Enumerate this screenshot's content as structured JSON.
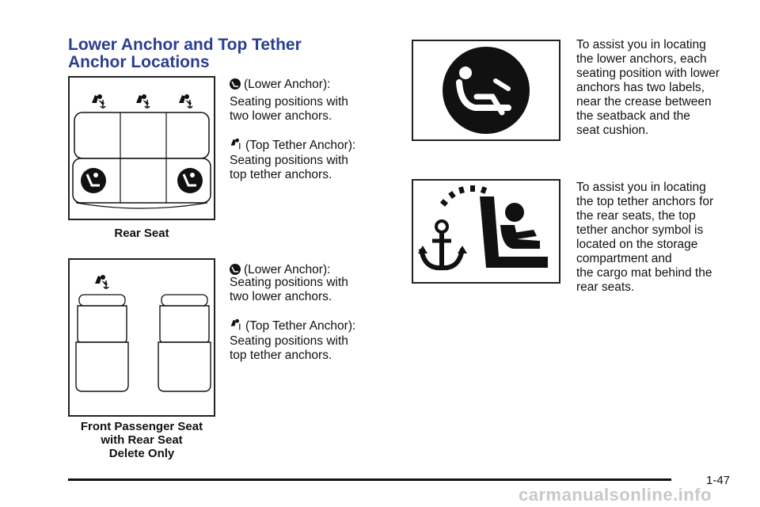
{
  "title_lines": [
    "Lower Anchor and Top Tether",
    "Anchor Locations"
  ],
  "figures": {
    "rear_seat": {
      "caption": "Rear Seat"
    },
    "front_seat": {
      "caption_lines": [
        "Front Passenger Seat",
        "with Rear Seat",
        "Delete Only"
      ]
    }
  },
  "legend1": {
    "lower_label": "(Lower Anchor):",
    "lower_desc_lines": [
      "Seating positions with",
      "two lower anchors."
    ],
    "tether_label": "(Top Tether Anchor):",
    "tether_desc_lines": [
      "Seating positions with",
      "top tether anchors."
    ]
  },
  "legend2": {
    "lower_label": "(Lower Anchor):",
    "lower_desc_lines": [
      "Seating positions with",
      "two lower anchors."
    ],
    "tether_label": "(Top Tether Anchor):",
    "tether_desc_lines": [
      "Seating positions with",
      "top tether anchors."
    ]
  },
  "para1_lines": [
    "To assist you in locating",
    "the lower anchors, each",
    "seating position with lower",
    "anchors has two labels,",
    "near the crease between",
    "the seatback and the",
    "seat cushion."
  ],
  "para2_lines": [
    "To assist you in locating",
    "the top tether anchors for",
    "the rear seats, the top",
    "tether anchor symbol is",
    "located on the storage",
    "compartment and",
    "the cargo mat behind the",
    "rear seats."
  ],
  "page_number": "1-47",
  "watermark": "carmanualsonline.info",
  "colors": {
    "title": "#2a3f8f",
    "ink": "#111111"
  }
}
